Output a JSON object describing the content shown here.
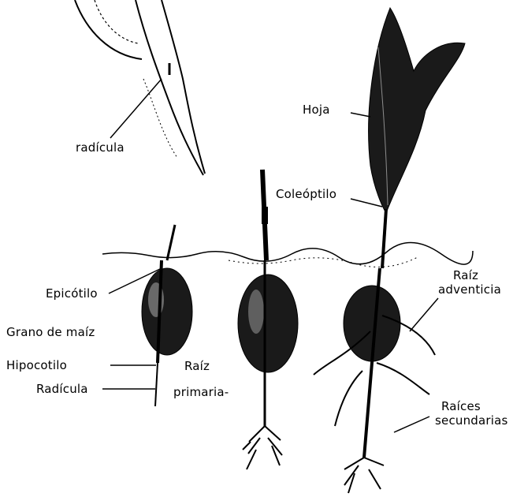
{
  "labels": {
    "radicula_top": "radícula",
    "hoja": "Hoja",
    "coleoptilo": "Coleóptilo",
    "epicotilo": "Epicótilo",
    "grano": "Grano de maíz",
    "hipocotilo": "Hipocotilo",
    "radicula_bottom": "Radícula",
    "raiz": "Raíz",
    "primaria": "primaria-",
    "raiz2": "Raíz",
    "adventicia": "adventicia",
    "raices": "Raíces",
    "secundarias": "secundarias"
  },
  "colors": {
    "ink": "#000000",
    "background": "#ffffff",
    "dark": "#1a1a1a"
  }
}
